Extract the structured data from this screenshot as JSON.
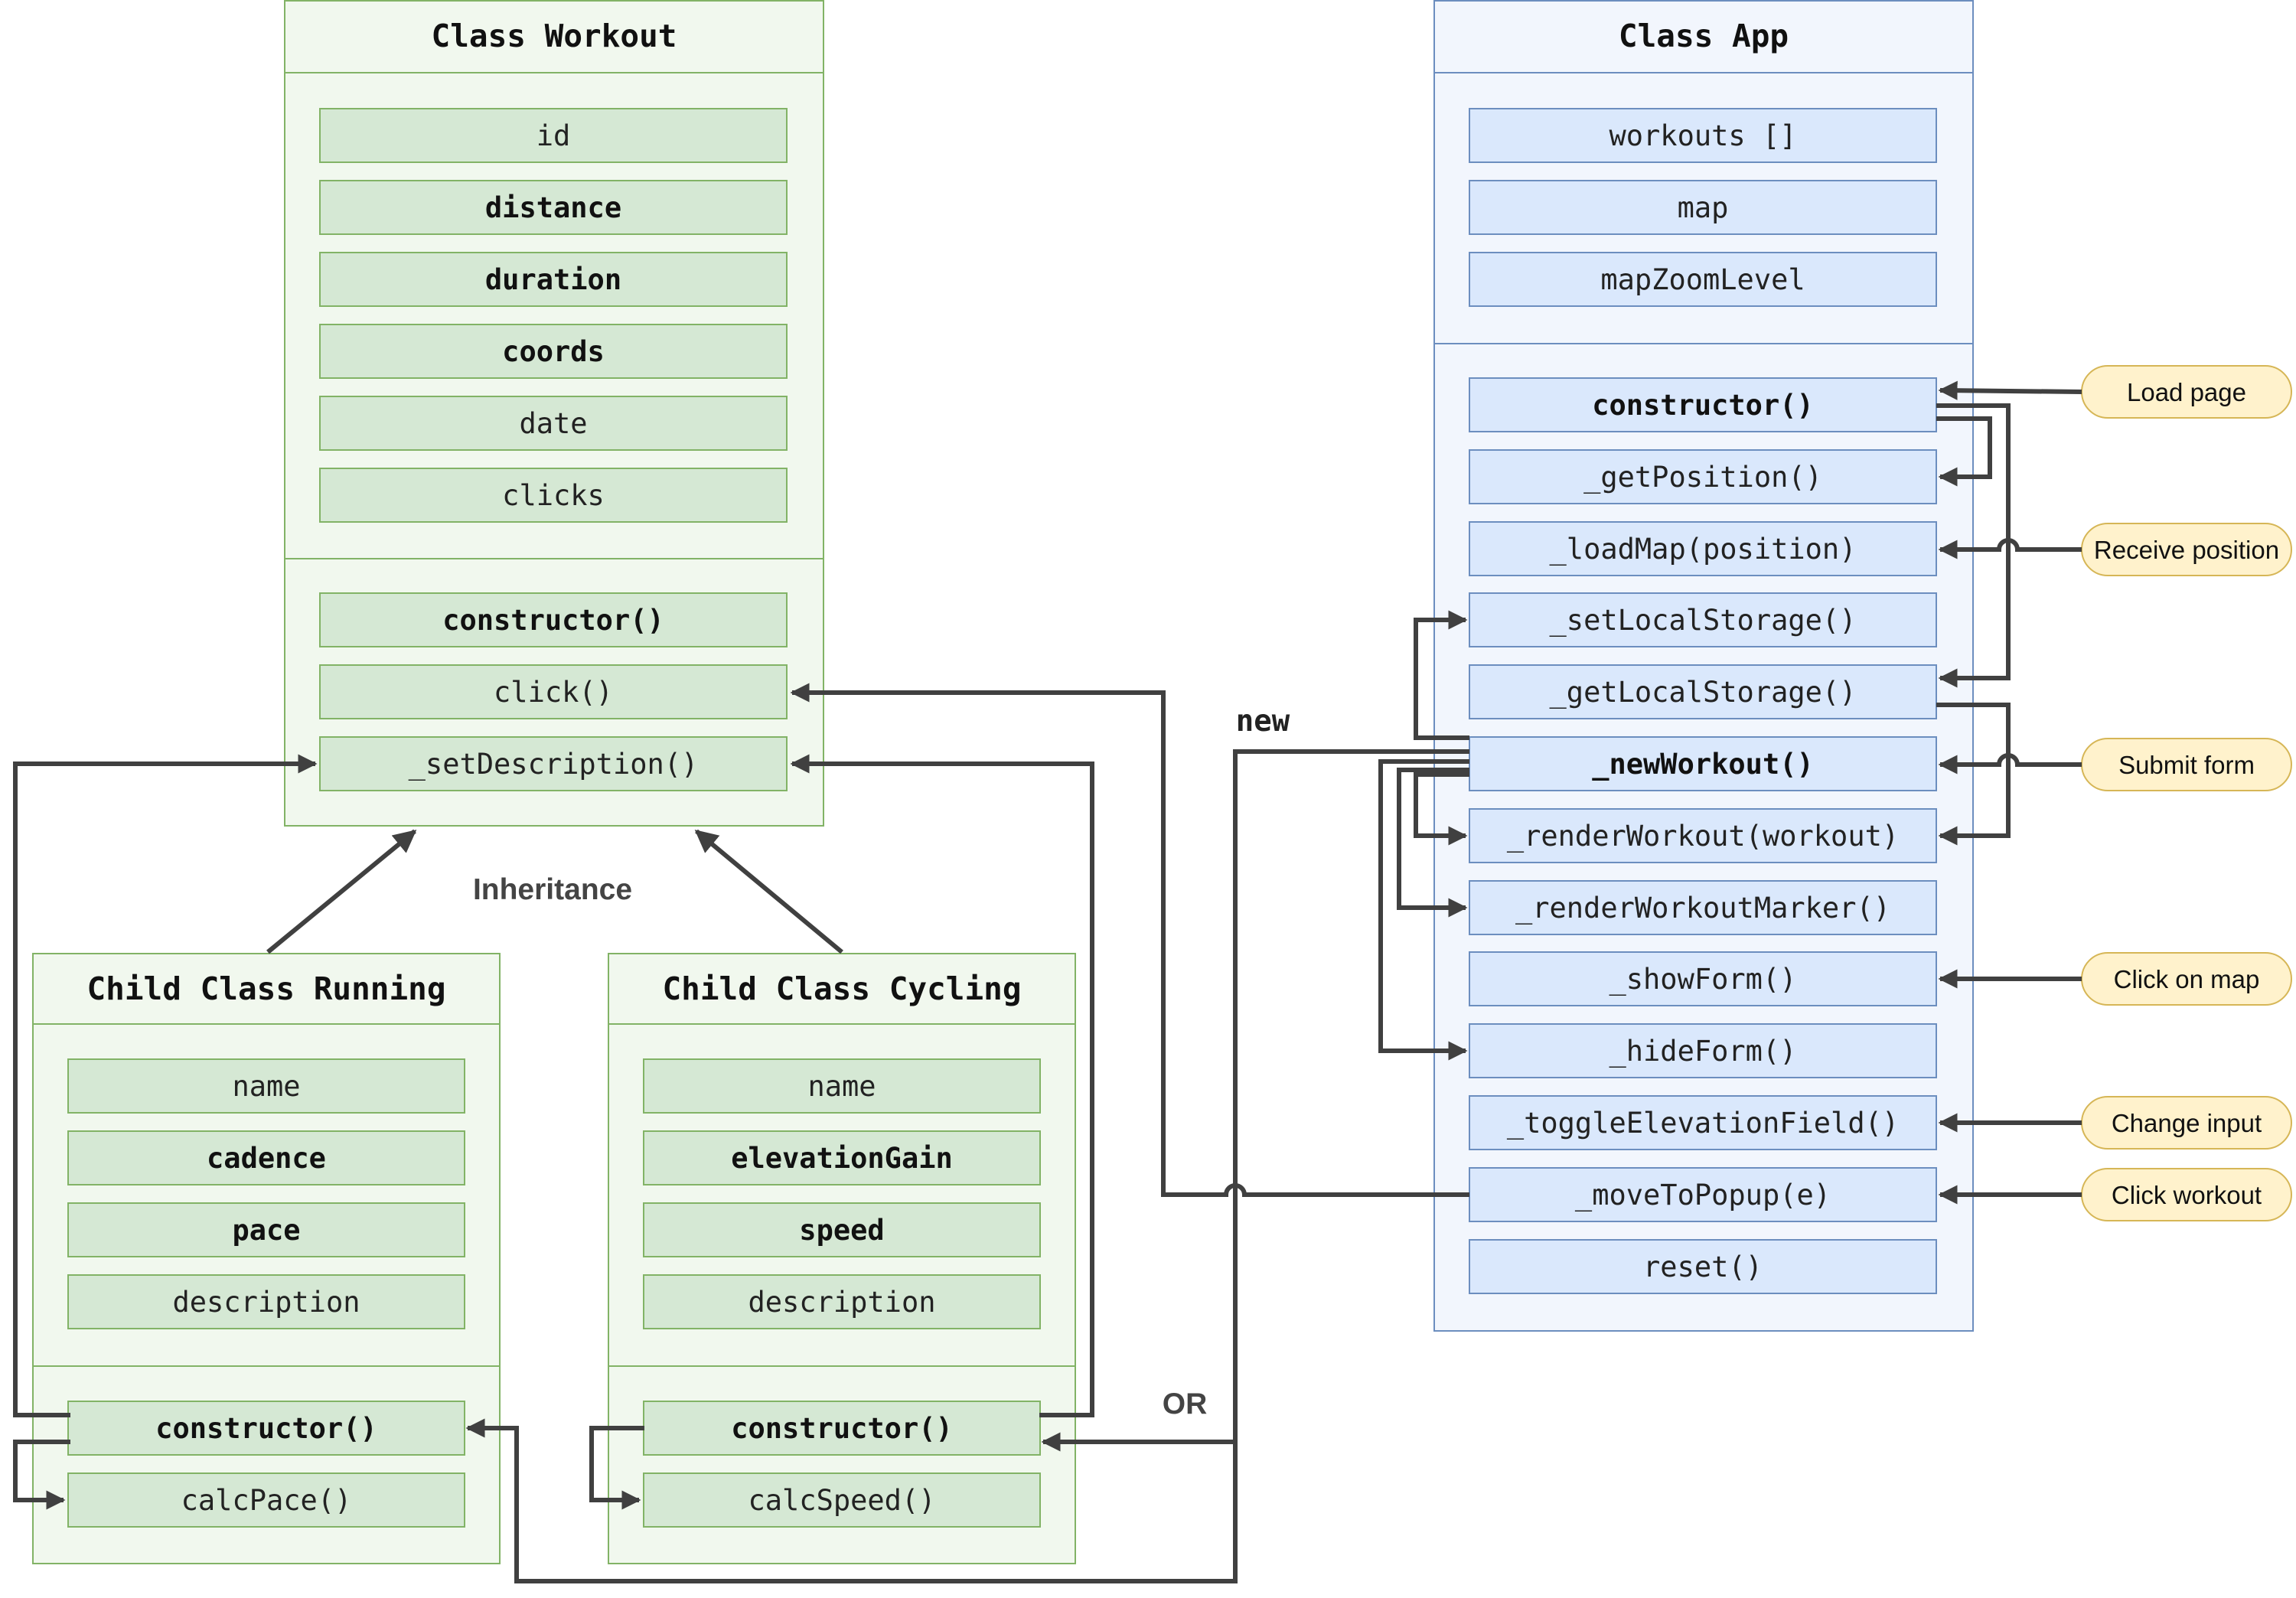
{
  "classes": {
    "workout": {
      "title": "Class Workout",
      "fields": [
        {
          "text": "id",
          "bold": false
        },
        {
          "text": "distance",
          "bold": true
        },
        {
          "text": "duration",
          "bold": true
        },
        {
          "text": "coords",
          "bold": true
        },
        {
          "text": "date",
          "bold": false
        },
        {
          "text": "clicks",
          "bold": false
        }
      ],
      "methods": [
        {
          "text": "constructor()",
          "bold": true
        },
        {
          "text": "click()",
          "bold": false
        },
        {
          "text": "_setDescription()",
          "bold": false
        }
      ]
    },
    "app": {
      "title": "Class App",
      "fields": [
        {
          "text": "workouts []",
          "bold": false
        },
        {
          "text": "map",
          "bold": false
        },
        {
          "text": "mapZoomLevel",
          "bold": false
        }
      ],
      "methods": [
        {
          "text": "constructor()",
          "bold": true
        },
        {
          "text": "_getPosition()",
          "bold": false
        },
        {
          "text": "_loadMap(position)",
          "bold": false
        },
        {
          "text": "_setLocalStorage()",
          "bold": false
        },
        {
          "text": "_getLocalStorage()",
          "bold": false
        },
        {
          "text": "_newWorkout()",
          "bold": true
        },
        {
          "text": "_renderWorkout(workout)",
          "bold": false
        },
        {
          "text": "_renderWorkoutMarker()",
          "bold": false
        },
        {
          "text": "_showForm()",
          "bold": false
        },
        {
          "text": "_hideForm()",
          "bold": false
        },
        {
          "text": "_toggleElevationField()",
          "bold": false
        },
        {
          "text": "_moveToPopup(e)",
          "bold": false
        },
        {
          "text": "reset()",
          "bold": false
        }
      ]
    },
    "running": {
      "title": "Child Class Running",
      "fields": [
        {
          "text": "name",
          "bold": false
        },
        {
          "text": "cadence",
          "bold": true
        },
        {
          "text": "pace",
          "bold": true
        },
        {
          "text": "description",
          "bold": false
        }
      ],
      "methods": [
        {
          "text": "constructor()",
          "bold": true
        },
        {
          "text": "calcPace()",
          "bold": false
        }
      ]
    },
    "cycling": {
      "title": "Child Class Cycling",
      "fields": [
        {
          "text": "name",
          "bold": false
        },
        {
          "text": "elevationGain",
          "bold": true
        },
        {
          "text": "speed",
          "bold": true
        },
        {
          "text": "description",
          "bold": false
        }
      ],
      "methods": [
        {
          "text": "constructor()",
          "bold": true
        },
        {
          "text": "calcSpeed()",
          "bold": false
        }
      ]
    }
  },
  "events": [
    "Load page",
    "Receive position",
    "Submit form",
    "Click on map",
    "Change input",
    "Click workout"
  ],
  "labels": {
    "inheritance": "Inheritance",
    "new": "new",
    "or": "OR"
  },
  "colors": {
    "green_fill": "#d5e8d4",
    "green_stroke": "#82b366",
    "green_container": "#f1f8ee",
    "blue_fill": "#dae8fc",
    "blue_stroke": "#6c8ebf",
    "blue_container": "#f2f6fd",
    "event_fill": "#fff2cc",
    "event_stroke": "#d6b656",
    "edge": "#404040"
  }
}
